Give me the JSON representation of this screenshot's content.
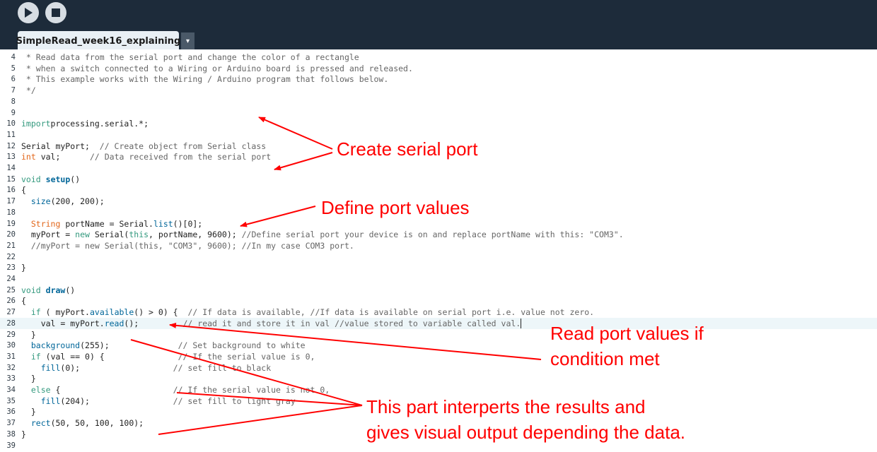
{
  "toolbar": {
    "run_icon": "play-icon",
    "stop_icon": "stop-icon"
  },
  "tab": {
    "label": "SimpleRead_week16_explaining",
    "menu_glyph": "▾"
  },
  "editor": {
    "current_line": 28,
    "lines": [
      {
        "n": "4",
        "t": [
          [
            "cm",
            " * Read data from the serial port and change the color of a rectangle"
          ]
        ]
      },
      {
        "n": "5",
        "t": [
          [
            "cm",
            " * when a switch connected to a Wiring or Arduino board is pressed and released."
          ]
        ]
      },
      {
        "n": "6",
        "t": [
          [
            "cm",
            " * This example works with the Wiring / Arduino program that follows below."
          ]
        ]
      },
      {
        "n": "7",
        "t": [
          [
            "cm",
            " */"
          ]
        ]
      },
      {
        "n": "8",
        "t": []
      },
      {
        "n": "9",
        "t": []
      },
      {
        "n": "10",
        "t": [
          [
            "kw",
            "import"
          ],
          [
            "",
            "processing.serial.*;"
          ]
        ]
      },
      {
        "n": "11",
        "t": []
      },
      {
        "n": "12",
        "t": [
          [
            "",
            "Serial myPort;  "
          ],
          [
            "cm",
            "// Create object from Serial class"
          ]
        ]
      },
      {
        "n": "13",
        "t": [
          [
            "ty",
            "int"
          ],
          [
            "",
            " val;      "
          ],
          [
            "cm",
            "// Data received from the serial port"
          ]
        ]
      },
      {
        "n": "14",
        "t": []
      },
      {
        "n": "15",
        "t": [
          [
            "kw",
            "void"
          ],
          [
            "",
            " "
          ],
          [
            "fn",
            "setup"
          ],
          [
            "",
            "()"
          ]
        ]
      },
      {
        "n": "16",
        "t": [
          [
            "",
            "{"
          ]
        ]
      },
      {
        "n": "17",
        "t": [
          [
            "",
            "  "
          ],
          [
            "mt",
            "size"
          ],
          [
            "",
            "(200, 200);"
          ]
        ]
      },
      {
        "n": "18",
        "t": []
      },
      {
        "n": "19",
        "t": [
          [
            "",
            "  "
          ],
          [
            "ty",
            "String"
          ],
          [
            "",
            " portName = Serial."
          ],
          [
            "mt",
            "list"
          ],
          [
            "",
            "()[0];"
          ]
        ]
      },
      {
        "n": "20",
        "t": [
          [
            "",
            "  myPort = "
          ],
          [
            "kw",
            "new"
          ],
          [
            "",
            " Serial("
          ],
          [
            "kw",
            "this"
          ],
          [
            "",
            ", portName, 9600); "
          ],
          [
            "cm",
            "//Define serial port your device is on and replace portName with this: \"COM3\"."
          ]
        ]
      },
      {
        "n": "21",
        "t": [
          [
            "",
            "  "
          ],
          [
            "cm",
            "//myPort = new Serial(this, \"COM3\", 9600); //In my case COM3 port."
          ]
        ]
      },
      {
        "n": "22",
        "t": []
      },
      {
        "n": "23",
        "t": [
          [
            "",
            "}"
          ]
        ]
      },
      {
        "n": "24",
        "t": []
      },
      {
        "n": "25",
        "t": [
          [
            "kw",
            "void"
          ],
          [
            "",
            " "
          ],
          [
            "fn",
            "draw"
          ],
          [
            "",
            "()"
          ]
        ]
      },
      {
        "n": "26",
        "t": [
          [
            "",
            "{"
          ]
        ]
      },
      {
        "n": "27",
        "t": [
          [
            "",
            "  "
          ],
          [
            "kw",
            "if"
          ],
          [
            "",
            " ( myPort."
          ],
          [
            "mt",
            "available"
          ],
          [
            "",
            "() > 0) {  "
          ],
          [
            "cm",
            "// If data is available, //If data is available on serial port i.e. value not zero."
          ]
        ]
      },
      {
        "n": "28",
        "t": [
          [
            "",
            "    val = myPort."
          ],
          [
            "mt",
            "read"
          ],
          [
            "",
            "();         "
          ],
          [
            "cm",
            "// read it and store it in val //value stored to variable called val."
          ]
        ]
      },
      {
        "n": "29",
        "t": [
          [
            "",
            "  }"
          ]
        ]
      },
      {
        "n": "30",
        "t": [
          [
            "",
            "  "
          ],
          [
            "mt",
            "background"
          ],
          [
            "",
            "(255);              "
          ],
          [
            "cm",
            "// Set background to white"
          ]
        ]
      },
      {
        "n": "31",
        "t": [
          [
            "",
            "  "
          ],
          [
            "kw",
            "if"
          ],
          [
            "",
            " (val == 0) {               "
          ],
          [
            "cm",
            "// If the serial value is 0,"
          ]
        ]
      },
      {
        "n": "32",
        "t": [
          [
            "",
            "    "
          ],
          [
            "mt",
            "fill"
          ],
          [
            "",
            "(0);                   "
          ],
          [
            "cm",
            "// set fill to black"
          ]
        ]
      },
      {
        "n": "33",
        "t": [
          [
            "",
            "  }"
          ]
        ]
      },
      {
        "n": "34",
        "t": [
          [
            "",
            "  "
          ],
          [
            "kw",
            "else"
          ],
          [
            "",
            " {                       "
          ],
          [
            "cm",
            "// If the serial value is not 0,"
          ]
        ]
      },
      {
        "n": "35",
        "t": [
          [
            "",
            "    "
          ],
          [
            "mt",
            "fill"
          ],
          [
            "",
            "(204);                 "
          ],
          [
            "cm",
            "// set fill to light gray"
          ]
        ]
      },
      {
        "n": "36",
        "t": [
          [
            "",
            "  }"
          ]
        ]
      },
      {
        "n": "37",
        "t": [
          [
            "",
            "  "
          ],
          [
            "mt",
            "rect"
          ],
          [
            "",
            "(50, 50, 100, 100);"
          ]
        ]
      },
      {
        "n": "38",
        "t": [
          [
            "",
            "}"
          ]
        ]
      },
      {
        "n": "39",
        "t": []
      }
    ]
  },
  "annotations": {
    "create_serial": "Create serial port",
    "define_port": "Define port values",
    "read_port_1": "Read port values if",
    "read_port_2": "condition met",
    "interpret_1": "This part interperts the results and",
    "interpret_2": "gives visual output depending the data."
  },
  "colors": {
    "toolbar": "#1d2b3a",
    "annotation": "#ff0000",
    "current_line": "#edf6f9"
  }
}
